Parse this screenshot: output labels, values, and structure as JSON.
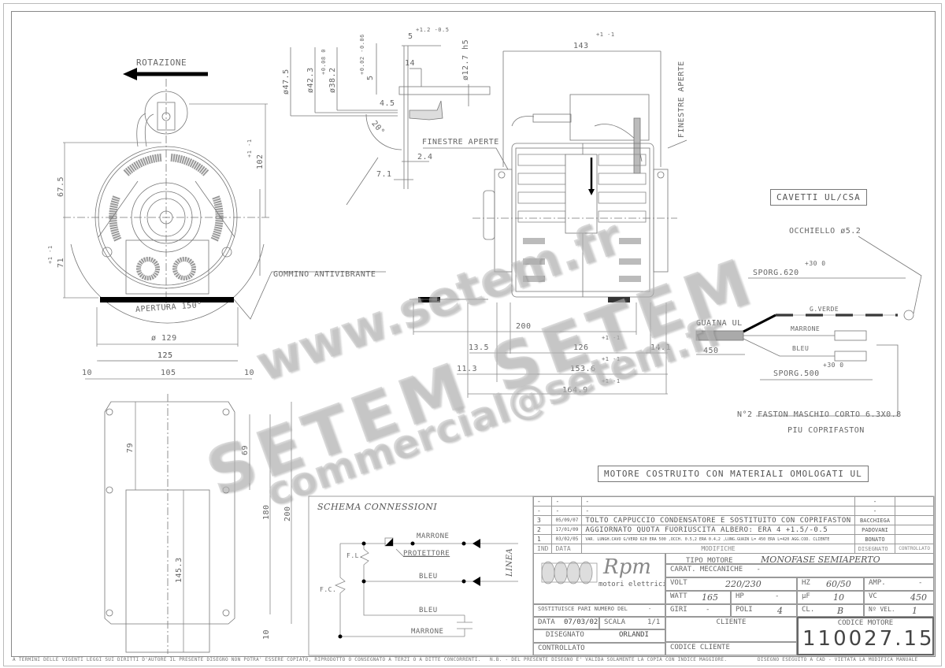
{
  "drawing": {
    "front_view": {
      "rotation_label": "ROTAZIONE",
      "dim_67_5": "67.5",
      "dim_71": "71",
      "dim_71_tol": "+1 -1",
      "dim_102": "102",
      "dim_102_tol": "+1 -1",
      "aperture_label": "APERTURA 150°",
      "dia_129": "ø 129",
      "width_125": "125",
      "rubber_label": "GOMMINO ANTIVIBRANTE"
    },
    "shaft_detail": {
      "d47": "ø47.5",
      "d42": "ø42.3",
      "d38": "ø38.2",
      "d38_tol": "+0.08 0",
      "d5": "5",
      "d5_tol": "+0.02 -0.06",
      "top5": "5",
      "top5_tol": "+1.2 -0.5",
      "d14": "14",
      "d12": "ø12.7 h5",
      "d4_5": "4.5",
      "angle": "20°",
      "d2_4": "2.4",
      "d7_1": "7.1",
      "windows_left": "FINESTRE APERTE",
      "windows_right": "FINESTRE APERTE"
    },
    "side_view": {
      "dim_143": "143",
      "dim_143_tol": "+1 -1",
      "dim_200": "200",
      "dim_13_5": "13.5",
      "dim_126": "126",
      "dim_126_tol": "+1 -1",
      "dim_14_1": "14.1",
      "dim_11_3": "11.3",
      "dim_153_6": "153.6",
      "dim_153_tol": "+1 -1",
      "dim_164_9": "164.9",
      "dim_164_tol": "+1 -1"
    },
    "base_plate": {
      "w125": "125",
      "w105": "105",
      "m10_left": "10",
      "m10_right": "10",
      "h79": "79",
      "h69": "69",
      "h180": "180",
      "h200": "200",
      "h145": "145.3",
      "b10": "10"
    },
    "cables": {
      "title": "CAVETTI UL/CSA",
      "eyelet": "OCCHIELLO ø5.2",
      "sporg620": "SPORG.620",
      "sporg620_tol": "+30 0",
      "green": "G.VERDE",
      "sheath": "GUAINA UL",
      "brown": "MARRONE",
      "blue": "BLEU",
      "len450": "450",
      "sporg500": "SPORG.500",
      "sporg500_tol": "+30 0",
      "faston": "N°2 FASTON MASCHIO CORTO 6.3X0.8",
      "faston2": "PIU COPRIFASTON"
    },
    "ul_note": "MOTORE COSTRUITO CON MATERIALI OMOLOGATI UL"
  },
  "schema": {
    "title": "SCHEMA CONNESSIONI",
    "marrone_top": "MARRONE",
    "protettore": "PROTETTORE",
    "linea": "LINEA",
    "bleu_mid": "BLEU",
    "fl": "F.L.",
    "fc": "F.C.",
    "bleu_low": "BLEU",
    "marrone_low": "MARRONE"
  },
  "revisions": {
    "headers": {
      "ind": "IND",
      "data": "DATA",
      "modifiche": "MODIFICHE",
      "disegnato": "DISEGNATO",
      "controllato": "CONTROLLATO"
    },
    "rows": [
      {
        "ind": "-",
        "data": "-",
        "mod": "-",
        "dis": "-",
        "ctrl": ""
      },
      {
        "ind": "-",
        "data": "-",
        "mod": "-",
        "dis": "-",
        "ctrl": ""
      },
      {
        "ind": "3",
        "data": "05/09/07",
        "mod": "TOLTO CAPPUCCIO CONDENSATORE E SOSTITUITO CON COPRIFASTON",
        "dis": "BACCHIEGA",
        "ctrl": ""
      },
      {
        "ind": "2",
        "data": "17/01/09",
        "mod": "AGGIORNATO QUOTA FUORIUSCITA ALBERO: ERA 4 +1.5/-0.5",
        "dis": "PADOVANI",
        "ctrl": ""
      },
      {
        "ind": "1",
        "data": "03/02/05",
        "mod": "VAR. LUNGH.CAVO G/VERD 620 ERA 500 ,OCCH. 0.5,2 ERA 0.4,2 ,LUNG.GUAIN L= 450 ERA L=420 AGG.COD. CLIENTE",
        "dis": "BONATO",
        "ctrl": ""
      }
    ]
  },
  "title_block": {
    "brand": "Rpm",
    "brand_sub": "motori elettrici",
    "tipo_label": "TIPO MOTORE",
    "tipo_value": "MONOFASE SEMIAPERTO",
    "carat_label": "CARAT. MECCANICHE",
    "carat_value": "-",
    "volt_label": "VOLT",
    "volt_value": "220/230",
    "hz_label": "HZ",
    "hz_value": "60/50",
    "amp_label": "AMP.",
    "amp_value": "-",
    "watt_label": "WATT",
    "watt_value": "165",
    "hp_label": "HP",
    "hp_value": "-",
    "uf_label": "µF",
    "uf_value": "10",
    "vc_label": "VC",
    "vc_value": "450",
    "sost_label": "SOSTITUISCE PARI NUMERO DEL",
    "sost_value": "-",
    "giri_label": "GIRI",
    "giri_value": "-",
    "poli_label": "POLI",
    "poli_value": "4",
    "cl_label": "CL.",
    "cl_value": "B",
    "nvel_label": "Nº VEL.",
    "nvel_value": "1",
    "data_label": "DATA",
    "data_value": "07/03/02",
    "scala_label": "SCALA",
    "scala_value": "1/1",
    "cliente_label": "CLIENTE",
    "codice_motore_label": "CODICE MOTORE",
    "codice_motore": "110027.15",
    "disegnato_label": "DISEGNATO",
    "disegnato_value": "ORLANDI",
    "controllato_label": "CONTROLLATO",
    "codice_cliente_label": "CODICE CLIENTE"
  },
  "footer": {
    "left": "A TERMINI DELLE VIGENTI LEGGI SUI DIRITTI D'AUTORE IL PRESENTE DISEGNO NON POTRA' ESSERE COPIATO, RIPRODOTTO O CONSEGNATO A TERZI O A DITTE CONCORRENTI.",
    "mid": "N.B. - DEL PRESENTE DISEGNO E' VALIDA SOLAMENTE LA COPIA CON INDICE MAGGIORE.",
    "right": "DISEGNO ESEGUITO A CAD - VIETATA LA MODIFICA MANUALE"
  },
  "watermark": {
    "line1": "www.setem.fr",
    "line2": "SETEM SETEM",
    "line3": "commercial@setem.fr"
  }
}
